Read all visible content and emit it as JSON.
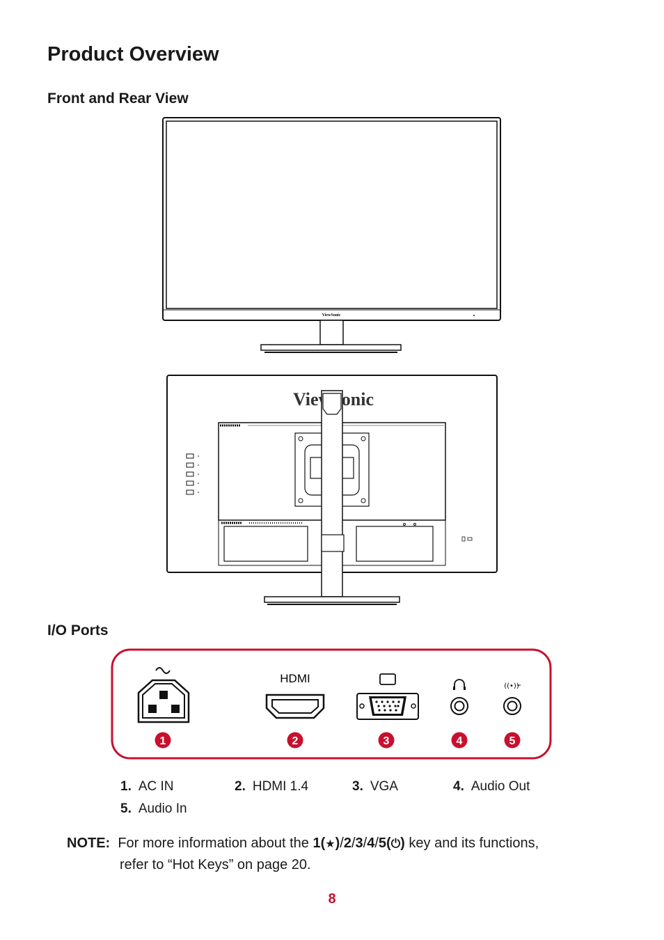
{
  "page": {
    "title": "Product Overview",
    "section_front_rear": "Front and Rear View",
    "section_io": "I/O Ports",
    "page_number": "8"
  },
  "front_view": {
    "brand_small": "ViewSonic"
  },
  "rear_view": {
    "brand_large": "ViewSonic"
  },
  "io_panel": {
    "hdmi_label": "HDMI",
    "markers": [
      "1",
      "2",
      "3",
      "4",
      "5"
    ],
    "accent_color": "#c8102e",
    "icons": [
      "ac-in-icon",
      "hdmi-port-icon",
      "vga-port-icon",
      "headphone-icon",
      "audio-in-icon"
    ]
  },
  "legend": [
    {
      "num": "1.",
      "label": "AC IN"
    },
    {
      "num": "2.",
      "label": "HDMI 1.4"
    },
    {
      "num": "3.",
      "label": "VGA"
    },
    {
      "num": "4.",
      "label": "Audio Out"
    },
    {
      "num": "5.",
      "label": "Audio In"
    }
  ],
  "note": {
    "prefix": "NOTE:",
    "text_before": "For more information about the ",
    "key_1": "1(",
    "star": "★",
    "key_close": ")",
    "sep": "/",
    "key_2": "2",
    "key_3": "3",
    "key_4": "4",
    "key_5": "5(",
    "power": "⏻",
    "text_after": " key and its functions,",
    "line2": "refer to “Hot Keys” on page 20."
  }
}
